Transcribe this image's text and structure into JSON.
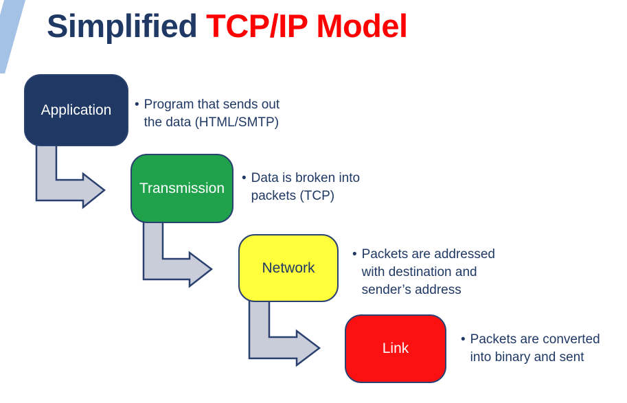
{
  "slide": {
    "title": {
      "prefix": "Simplified ",
      "highlight": "TCP/IP Model"
    }
  },
  "layers": [
    {
      "label": "Application",
      "marker": "•",
      "bullet": "Program that sends out\nthe data (HTML/SMTP)"
    },
    {
      "label": "Transmission",
      "marker": "•",
      "bullet": "Data is broken into\npackets (TCP)"
    },
    {
      "label": "Network",
      "marker": "•",
      "bullet": "Packets are addressed\nwith destination and\nsender’s address"
    },
    {
      "label": "Link",
      "marker": "•",
      "bullet": "Packets are converted\ninto binary and sent"
    }
  ],
  "colors": {
    "background": "#FFFFFF",
    "title_text": "#1F3864",
    "title_accent": "#FF0000",
    "body_text": "#1F3864",
    "box_border": "#2A4170",
    "arrow_fill": "#C9CCD9",
    "arrow_border": "#2A4170",
    "decoration": "#A4C2E5",
    "application_fill": "#203864",
    "transmission_fill": "#1FA24B",
    "network_fill": "#FFFF3B",
    "link_fill": "#FB1111"
  }
}
